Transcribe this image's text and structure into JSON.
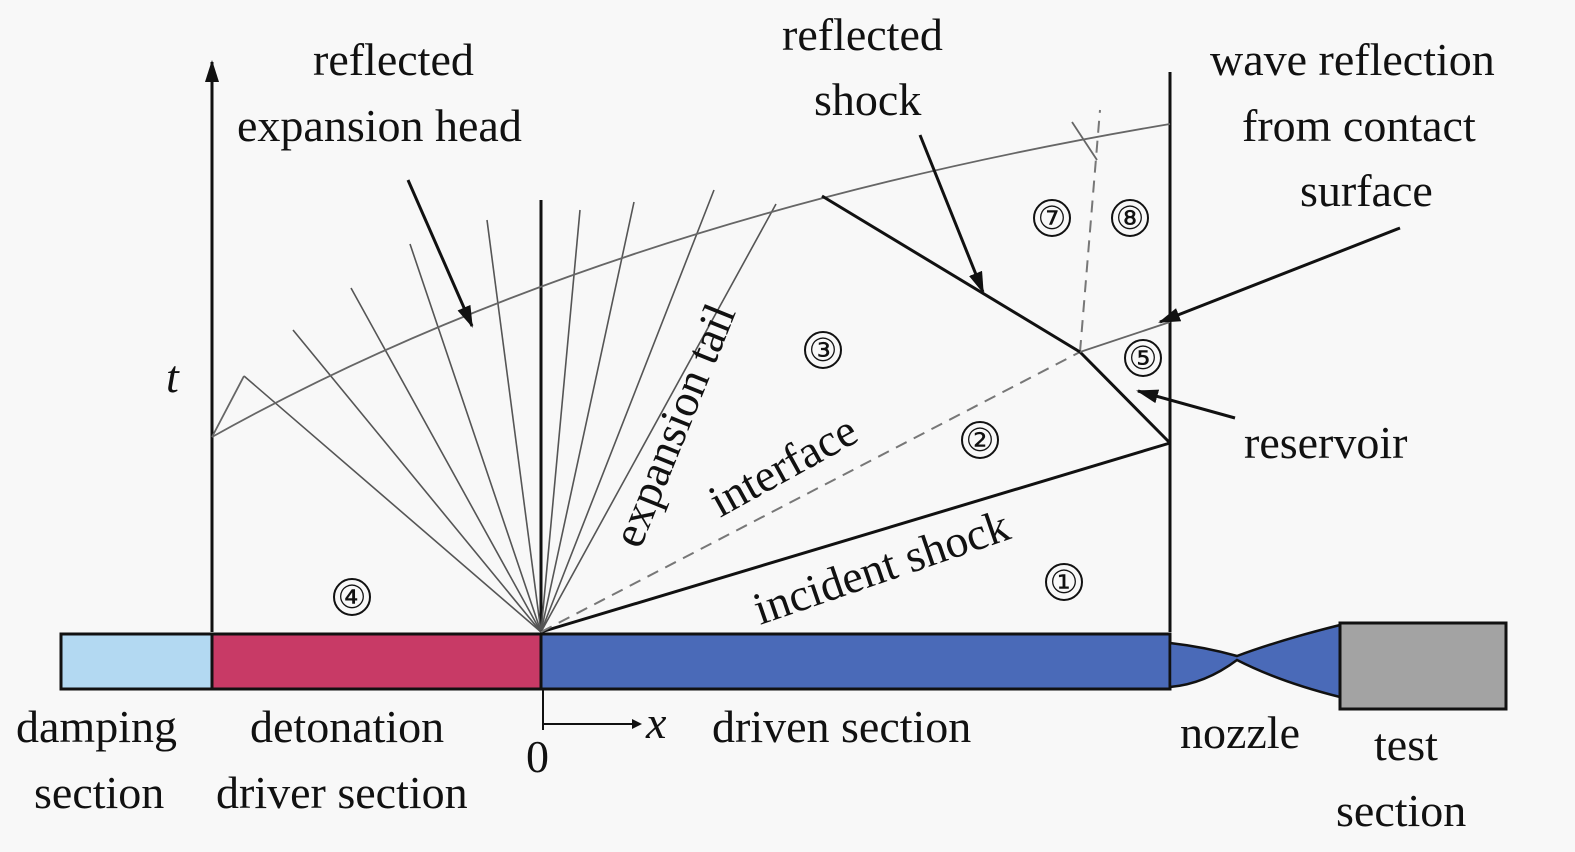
{
  "labels": {
    "axis_t": "t",
    "axis_x": "x",
    "origin": "0",
    "reflected_expansion_head_1": "reflected",
    "reflected_expansion_head_2": "expansion head",
    "reflected_shock_1": "reflected",
    "reflected_shock_2": "shock",
    "wave_reflection_1": "wave reflection",
    "wave_reflection_2": "from contact",
    "wave_reflection_3": "surface",
    "expansion_tail": "expansion tail",
    "interface": "interface",
    "incident_shock": "incident shock",
    "reservoir": "reservoir"
  },
  "regions": [
    "①",
    "②",
    "③",
    "④",
    "⑤",
    "⑦",
    "⑧"
  ],
  "sections": {
    "damping_1": "damping",
    "damping_2": "section",
    "detonation_1": "detonation",
    "detonation_2": "driver section",
    "driven": "driven section",
    "nozzle": "nozzle",
    "test_1": "test",
    "test_2": "section"
  },
  "colors": {
    "damping": "#b3d9f2",
    "detonation": "#c83a66",
    "driven": "#4a6ab8",
    "nozzle": "#4a6ab8",
    "test": "#a3a3a3"
  }
}
